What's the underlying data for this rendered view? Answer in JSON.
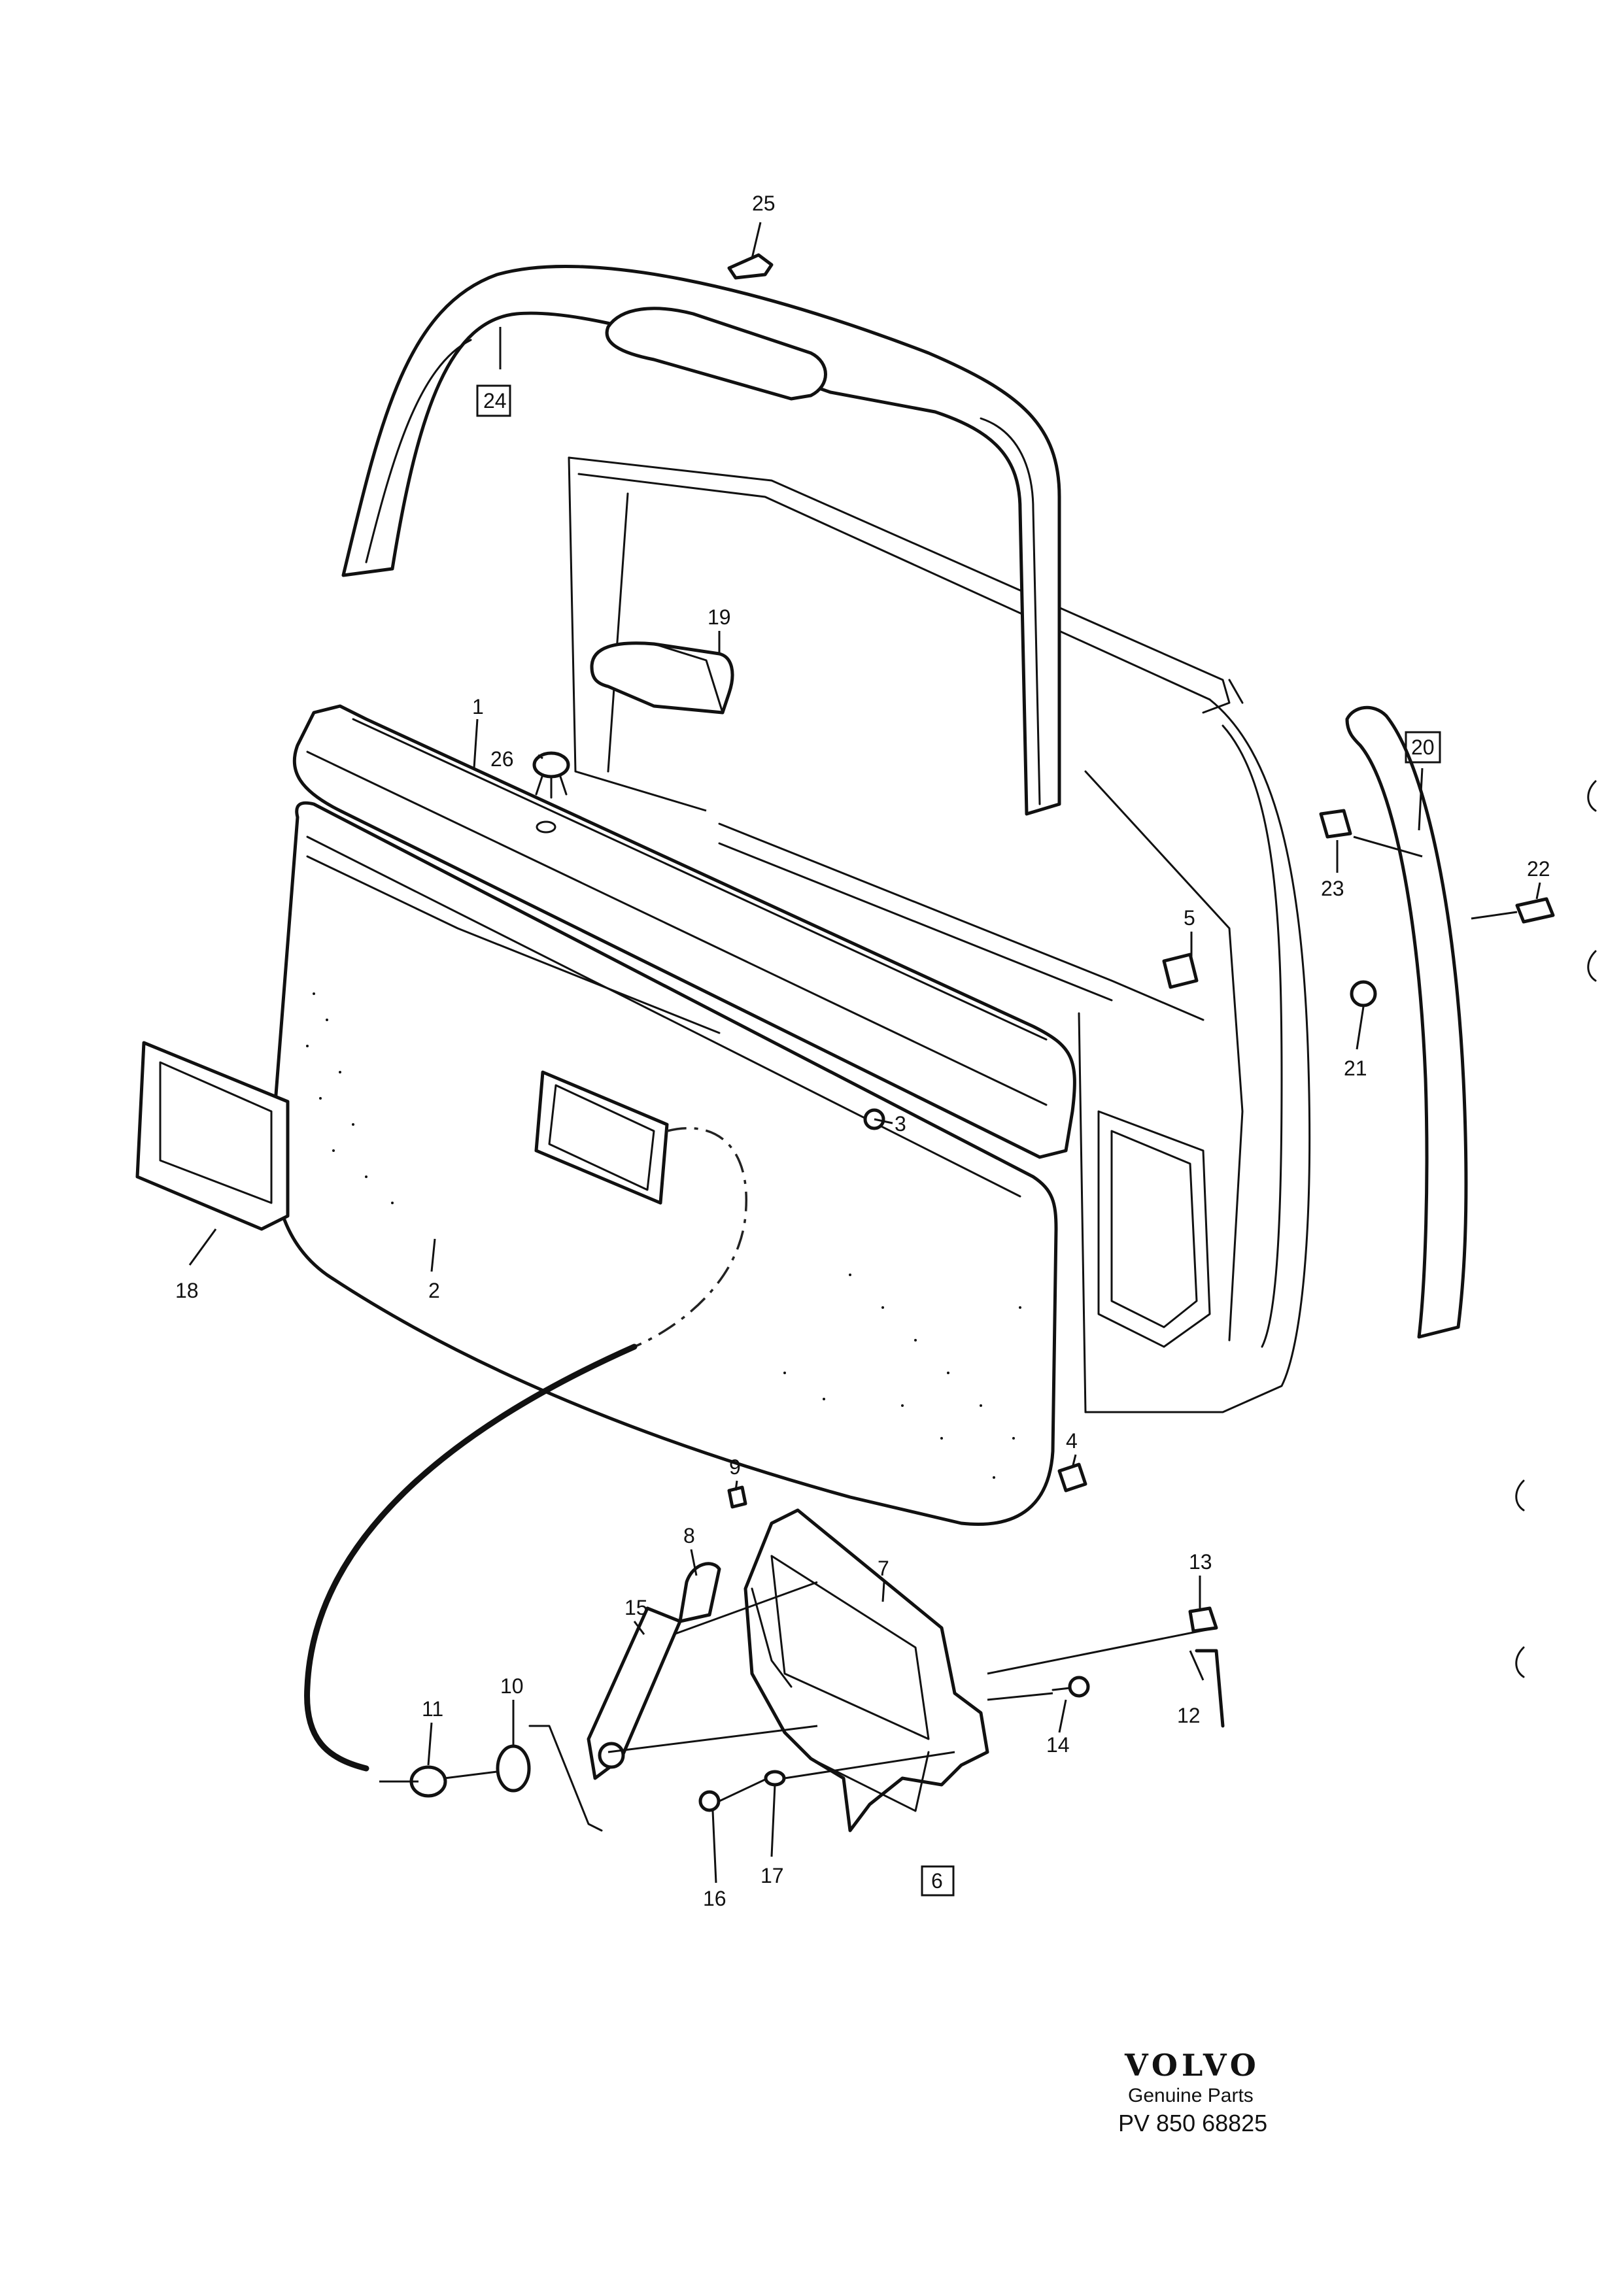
{
  "diagram": {
    "callouts": [
      {
        "id": "c1",
        "label": "1",
        "boxed": false
      },
      {
        "id": "c2",
        "label": "2",
        "boxed": false
      },
      {
        "id": "c3",
        "label": "3",
        "boxed": false
      },
      {
        "id": "c4",
        "label": "4",
        "boxed": false
      },
      {
        "id": "c5",
        "label": "5",
        "boxed": false
      },
      {
        "id": "c6",
        "label": "6",
        "boxed": true
      },
      {
        "id": "c7",
        "label": "7",
        "boxed": false
      },
      {
        "id": "c8",
        "label": "8",
        "boxed": false
      },
      {
        "id": "c9",
        "label": "9",
        "boxed": false
      },
      {
        "id": "c10",
        "label": "10",
        "boxed": false
      },
      {
        "id": "c11",
        "label": "11",
        "boxed": false
      },
      {
        "id": "c12",
        "label": "12",
        "boxed": false
      },
      {
        "id": "c13",
        "label": "13",
        "boxed": false
      },
      {
        "id": "c14",
        "label": "14",
        "boxed": false
      },
      {
        "id": "c15",
        "label": "15",
        "boxed": false
      },
      {
        "id": "c16",
        "label": "16",
        "boxed": false
      },
      {
        "id": "c17",
        "label": "17",
        "boxed": false
      },
      {
        "id": "c18",
        "label": "18",
        "boxed": false
      },
      {
        "id": "c19",
        "label": "19",
        "boxed": false
      },
      {
        "id": "c20",
        "label": "20",
        "boxed": true
      },
      {
        "id": "c21",
        "label": "21",
        "boxed": false
      },
      {
        "id": "c22",
        "label": "22",
        "boxed": false
      },
      {
        "id": "c23",
        "label": "23",
        "boxed": false
      },
      {
        "id": "c24",
        "label": "24",
        "boxed": true
      },
      {
        "id": "c25",
        "label": "25",
        "boxed": false
      },
      {
        "id": "c26",
        "label": "26",
        "boxed": false
      }
    ]
  },
  "footer": {
    "brand": "VOLVO",
    "subtitle": "Genuine Parts",
    "reference": "PV 850 68825"
  }
}
